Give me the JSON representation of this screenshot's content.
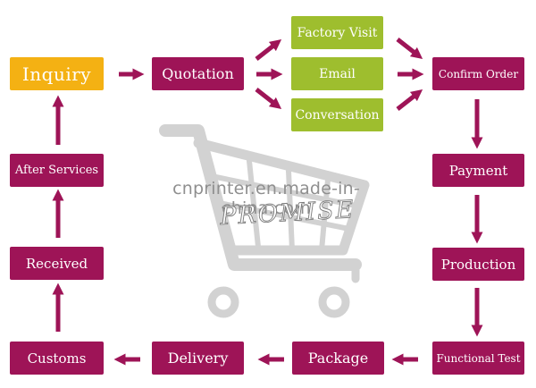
{
  "watermark": {
    "site": "cnprinter.en.made-in-china.com",
    "logo_text": "PROMISE"
  },
  "steps": {
    "inquiry": "Inquiry",
    "quotation": "Quotation",
    "factory_visit": "Factory Visit",
    "email": "Email",
    "conversation": "Conversation",
    "confirm_order": "Confirm Order",
    "payment": "Payment",
    "production": "Production",
    "functional_test": "Functional Test",
    "package": "Package",
    "delivery": "Delivery",
    "customs": "Customs",
    "received": "Received",
    "after_services": "After Services"
  },
  "colors": {
    "step": "#9e1457",
    "contact": "#9ebe2e",
    "start": "#f4b113",
    "arrow": "#9e1457",
    "cart": "#d2d2d2"
  },
  "icons": {
    "background": "shopping-cart-icon",
    "connector": "arrow-icon"
  }
}
